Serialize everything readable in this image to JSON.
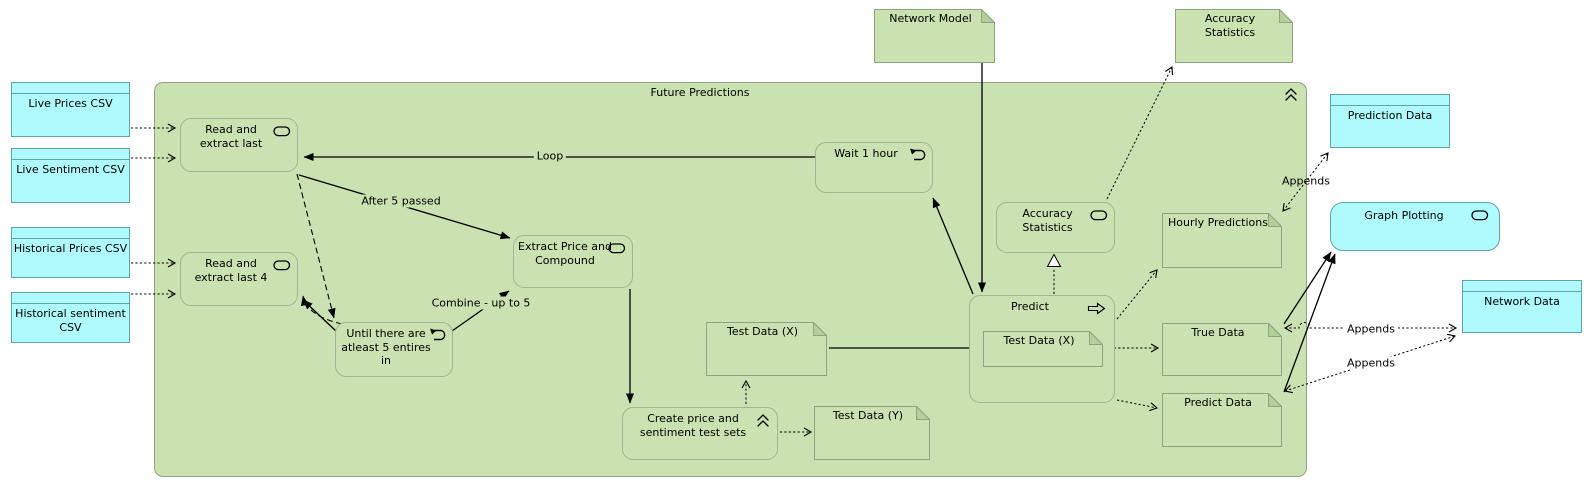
{
  "container": {
    "title": "Future Predictions"
  },
  "sources": {
    "live_prices": "Live Prices CSV",
    "live_sentiment": "Live Sentiment CSV",
    "historical_prices": "Historical Prices CSV",
    "historical_sentiment": "Historical sentiment CSV"
  },
  "processes": {
    "read_last": "Read and extract last",
    "read_last_4": "Read and extract last 4",
    "until_5": "Until there are atleast 5 entires in",
    "extract": "Extract Price and Compound",
    "wait": "Wait 1 hour",
    "create_sets": "Create price and sentiment test sets",
    "accuracy": "Accuracy Statistics",
    "predict": "Predict",
    "graph_plotting": "Graph Plotting"
  },
  "notes": {
    "network_model": "Network Model",
    "accuracy_stats": "Accuracy Statistics",
    "test_x": "Test Data (X)",
    "test_x_inner": "Test Data (X)",
    "test_y": "Test Data (Y)",
    "hourly": "Hourly Predictions",
    "true_data": "True Data",
    "predict_data": "Predict Data"
  },
  "objects": {
    "prediction_data": "Prediction Data",
    "network_data": "Network Data"
  },
  "edge_labels": {
    "loop": "Loop",
    "after_5": "After 5 passed",
    "combine": "Combine - up to 5",
    "appends_prediction": "Appends",
    "appends_true": "Appends",
    "appends_predict": "Appends"
  },
  "icons": {
    "service": "oval-icon",
    "loop": "loop-arrow-icon",
    "process": "right-arrow-icon",
    "collapse": "double-chevron-up-icon",
    "note_fold": "dog-ear-fold"
  },
  "colors": {
    "green_fill": "#cae2b2",
    "green_border": "#8fa382",
    "proc_border": "#a3b494",
    "note_fold": "#b3d099",
    "cyan_fill": "#affafc",
    "cyan_border": "#61a3ac",
    "line": "#000000"
  }
}
